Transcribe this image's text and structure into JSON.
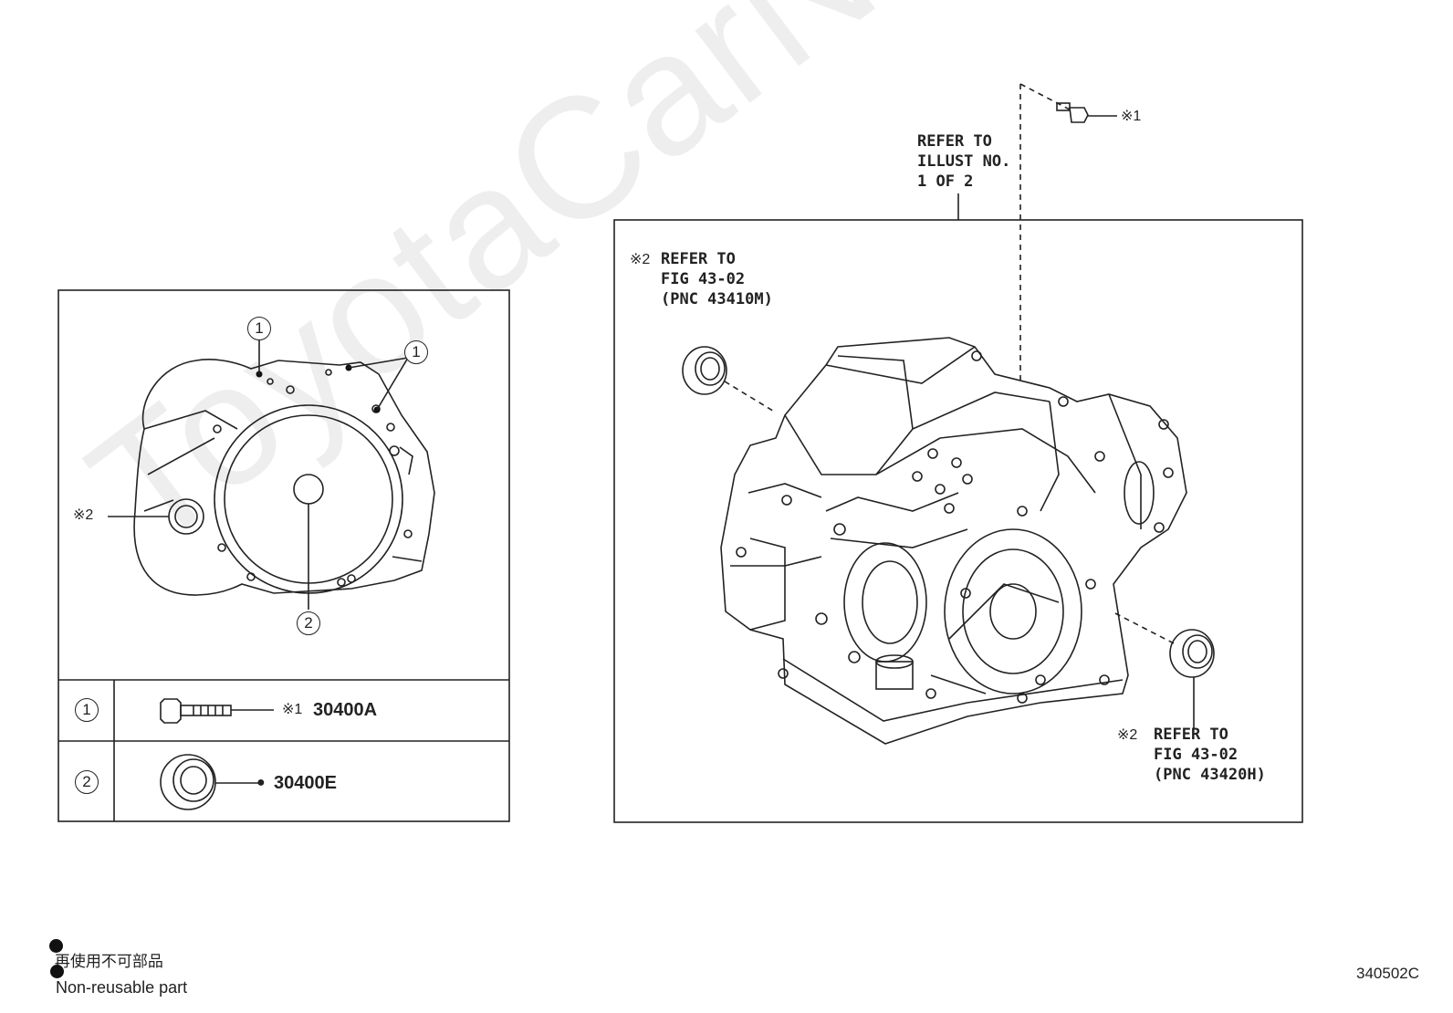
{
  "watermark": "ToyotaCarNine.ru",
  "left_panel": {
    "callouts": {
      "one": "1",
      "two": "2",
      "ref2": "※2"
    },
    "legend_rows": [
      {
        "index": "1",
        "mark": "※1",
        "part": "30400A"
      },
      {
        "index": "2",
        "mark": "●",
        "part": "30400E"
      }
    ]
  },
  "right_panel": {
    "refer_top": [
      "REFER TO",
      "ILLUST NO.",
      "1 OF 2"
    ],
    "bolt_mark": "※1",
    "refer_left": {
      "mark": "※2",
      "lines": [
        "REFER TO",
        "FIG 43-02",
        "(PNC 43410M)"
      ]
    },
    "refer_right": {
      "mark": "※2",
      "lines": [
        "REFER TO",
        "FIG 43-02",
        "(PNC 43420H)"
      ]
    }
  },
  "legend": {
    "jp": "再使用不可部品",
    "en": "Non-reusable part"
  },
  "figure_code": "340502C"
}
